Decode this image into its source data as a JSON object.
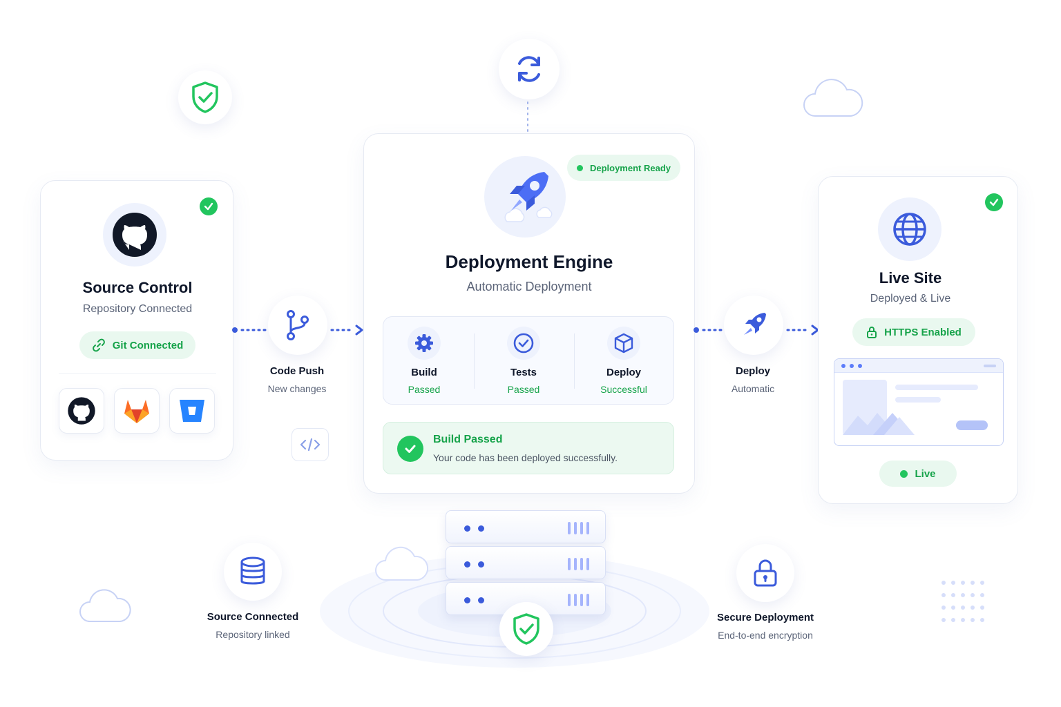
{
  "source_control": {
    "title": "Source Control",
    "subtitle": "Repository Connected",
    "pill": "Git Connected",
    "logos": [
      "github-icon",
      "gitlab-icon",
      "bitbucket-icon"
    ]
  },
  "code_push": {
    "title": "Code Push",
    "subtitle": "New changes"
  },
  "engine": {
    "badge": "Deployment Ready",
    "title": "Deployment Engine",
    "subtitle": "Automatic Deployment",
    "steps": [
      {
        "label": "Build",
        "status": "Passed",
        "icon": "gear-icon"
      },
      {
        "label": "Tests",
        "status": "Passed",
        "icon": "check-circle-icon"
      },
      {
        "label": "Deploy",
        "status": "Successful",
        "icon": "cube-icon"
      }
    ],
    "result_title": "Build Passed",
    "result_text": "Your code has been deployed successfully."
  },
  "deploy_step": {
    "title": "Deploy",
    "subtitle": "Automatic"
  },
  "live_site": {
    "title": "Live Site",
    "subtitle": "Deployed & Live",
    "pill": "HTTPS Enabled",
    "status": "Live"
  },
  "bottom_left": {
    "title": "Source Connected",
    "subtitle": "Repository linked"
  },
  "bottom_right": {
    "title": "Secure Deployment",
    "subtitle": "End-to-end encryption"
  },
  "colors": {
    "accent": "#3b5bdb",
    "success": "#22c55e",
    "bg_soft": "#eef2fd"
  }
}
